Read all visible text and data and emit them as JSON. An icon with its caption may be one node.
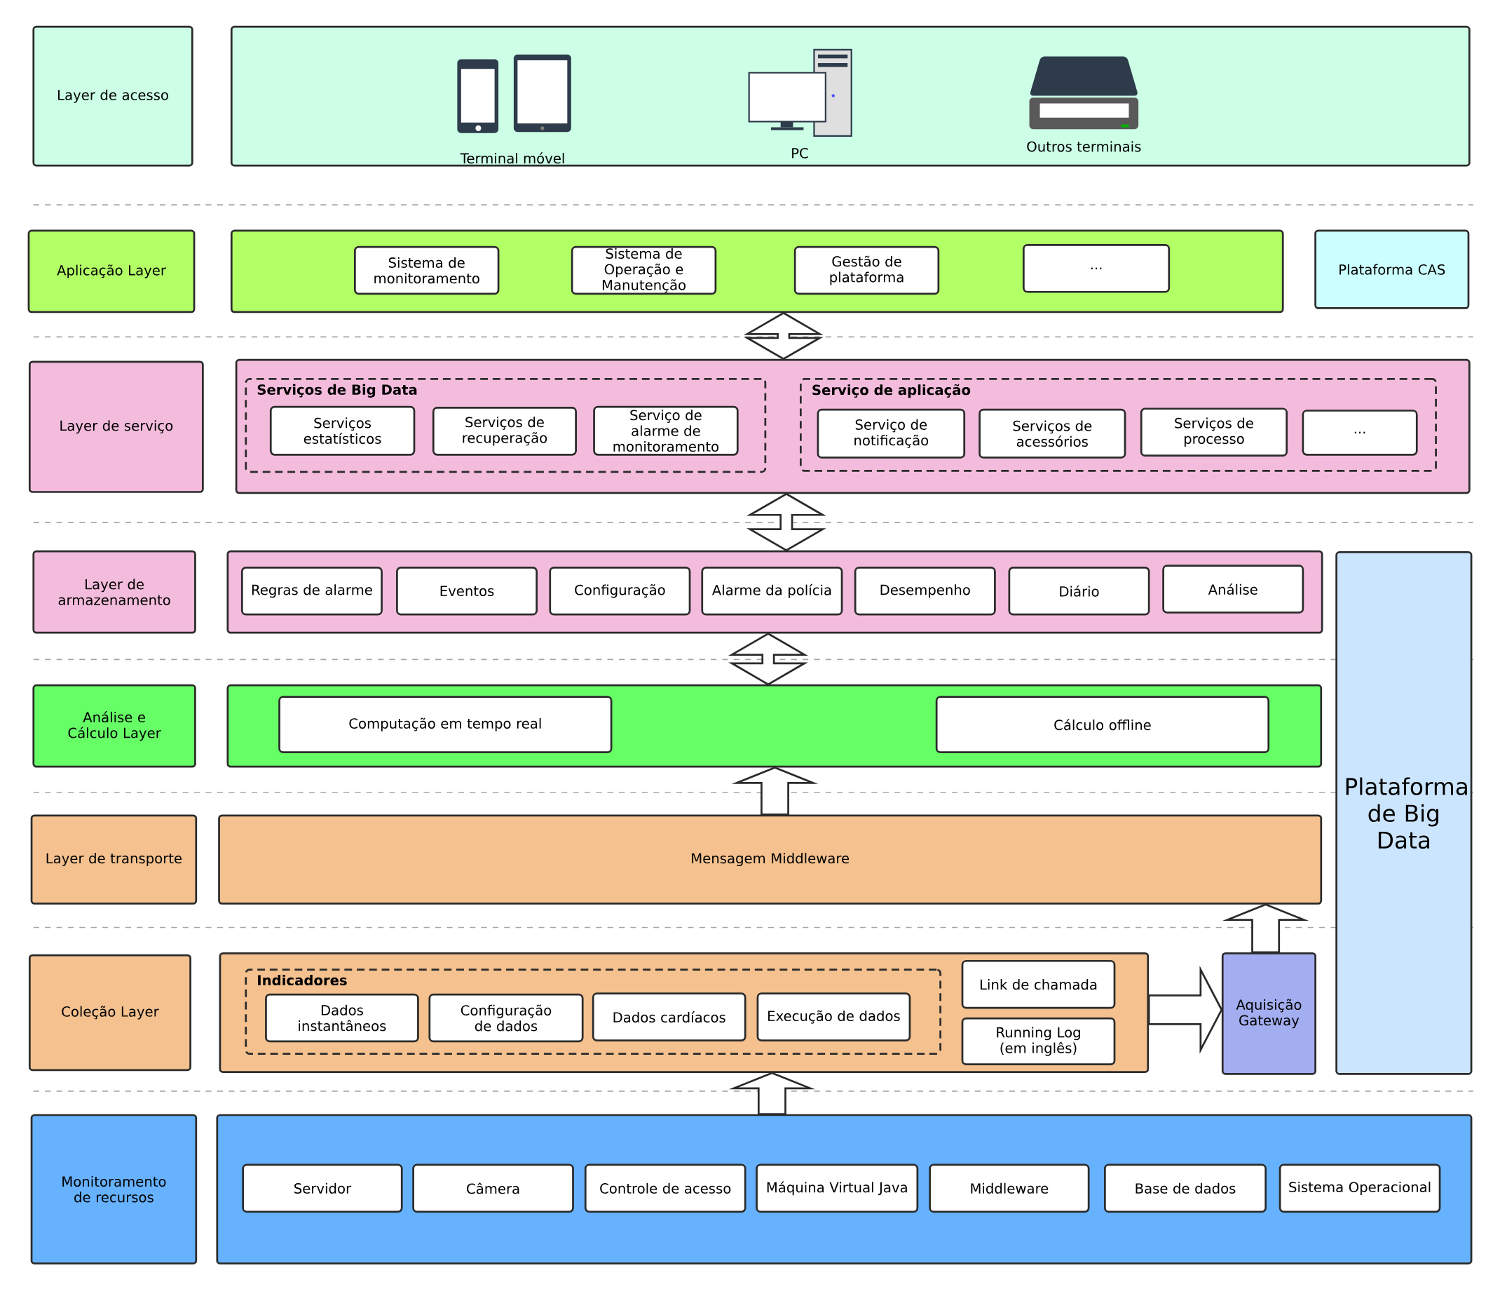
{
  "diagram": {
    "nodes": [
      {
        "text": [
          "Layer de acesso"
        ]
      },
      {
        "text": [],
        "shape": "box"
      },
      {
        "text": [
          "Aplicação Layer"
        ]
      },
      {
        "text": [],
        "shape": "box"
      },
      {
        "text": [
          "Sistema de monitoramento"
        ],
        "in": 3
      },
      {
        "text": [
          "Sistema de Operação e Manutenção"
        ],
        "in": 3
      },
      {
        "text": [
          "Gestão de plataforma"
        ],
        "in": 3
      },
      {
        "text": [
          "..."
        ],
        "in": 3
      },
      {
        "text": [
          "Plataforma CAS"
        ]
      },
      {
        "text": [
          "Layer de serviço"
        ]
      },
      {
        "text": [],
        "shape": "box"
      },
      {
        "text": [
          "Serviços de Big Data"
        ],
        "in": 10
      },
      {
        "text": [
          "Serviços estatísticos"
        ],
        "in": 11
      },
      {
        "text": [
          "Serviços de recuperação"
        ],
        "in": 11
      },
      {
        "text": [
          "Serviço de alarme de monitoramento"
        ],
        "in": 11
      },
      {
        "text": [
          "Serviço de aplicação"
        ],
        "in": 10
      },
      {
        "text": [
          "Serviço de notificação"
        ],
        "in": 15
      },
      {
        "text": [
          "Serviços de acessórios"
        ],
        "in": 15
      },
      {
        "text": [
          "Serviços de processo"
        ],
        "in": 15
      },
      {
        "text": [
          "..."
        ],
        "in": 15
      },
      {
        "text": [
          "Layer de armazenamento"
        ]
      },
      {
        "text": [],
        "shape": "box"
      },
      {
        "text": [
          "Regras de alarme"
        ],
        "in": 21
      },
      {
        "text": [
          "Eventos"
        ],
        "in": 21
      },
      {
        "text": [
          "Configuração"
        ],
        "in": 21
      },
      {
        "text": [
          "Alarme da polícia"
        ],
        "in": 21
      },
      {
        "text": [
          "Desempenho"
        ],
        "in": 21
      },
      {
        "text": [
          "Diário"
        ],
        "in": 21
      },
      {
        "text": [
          "Análise"
        ],
        "in": 21
      },
      {
        "text": [
          "Plataforma de Big Data"
        ]
      },
      {
        "text": [
          "Análise e Cálculo Layer"
        ]
      },
      {
        "text": [],
        "shape": "box"
      },
      {
        "text": [
          "Computação em tempo real"
        ],
        "in": 31
      },
      {
        "text": [
          "Cálculo offline"
        ],
        "in": 31
      },
      {
        "text": [
          "Layer de transporte"
        ]
      },
      {
        "text": [
          "Mensagem Middleware"
        ]
      },
      {
        "text": [
          "Coleção Layer"
        ]
      },
      {
        "text": [],
        "shape": "box"
      },
      {
        "text": [
          "Indicadores"
        ],
        "in": 37
      },
      {
        "text": [
          "Dados instantâneos"
        ],
        "in": 38
      },
      {
        "text": [
          "Configuração de dados"
        ],
        "in": 38
      },
      {
        "text": [
          "Dados cardíacos"
        ],
        "in": 38
      },
      {
        "text": [
          "Execução de dados"
        ],
        "in": 38
      },
      {
        "text": [
          "Link de chamada"
        ],
        "in": 37
      },
      {
        "text": [
          "Running Log (em inglês)"
        ],
        "in": 37
      },
      {
        "text": [
          "Aquisição Gateway"
        ]
      },
      {
        "text": [
          "Monitoramento de recursos"
        ]
      },
      {
        "text": [],
        "shape": "box"
      },
      {
        "text": [
          "Servidor"
        ],
        "in": 47
      },
      {
        "text": [
          "Câmera"
        ],
        "in": 47
      },
      {
        "text": [
          "Controle de acesso"
        ],
        "in": 47
      },
      {
        "text": [
          "Máquina Virtual Java"
        ],
        "in": 47
      },
      {
        "text": [
          "Middleware"
        ],
        "in": 47
      },
      {
        "text": [
          "Base de dados"
        ],
        "in": 47
      },
      {
        "text": [
          "Sistema Operacional"
        ],
        "in": 47
      }
    ],
    "edges": [
      {
        "from": 3,
        "to": 10,
        "arrow": "both"
      },
      {
        "from": 10,
        "to": 21,
        "arrow": "both"
      },
      {
        "from": 21,
        "to": 31,
        "arrow": "both"
      },
      {
        "from": 35,
        "to": 31,
        "arrow": "to"
      },
      {
        "from": 45,
        "to": 35,
        "arrow": "to"
      },
      {
        "from": 37,
        "to": 45,
        "arrow": "to"
      },
      {
        "from": 47,
        "to": 37,
        "arrow": "to"
      }
    ],
    "labels": [
      "Terminal móvel",
      "PC",
      "Outros terminais"
    ]
  }
}
